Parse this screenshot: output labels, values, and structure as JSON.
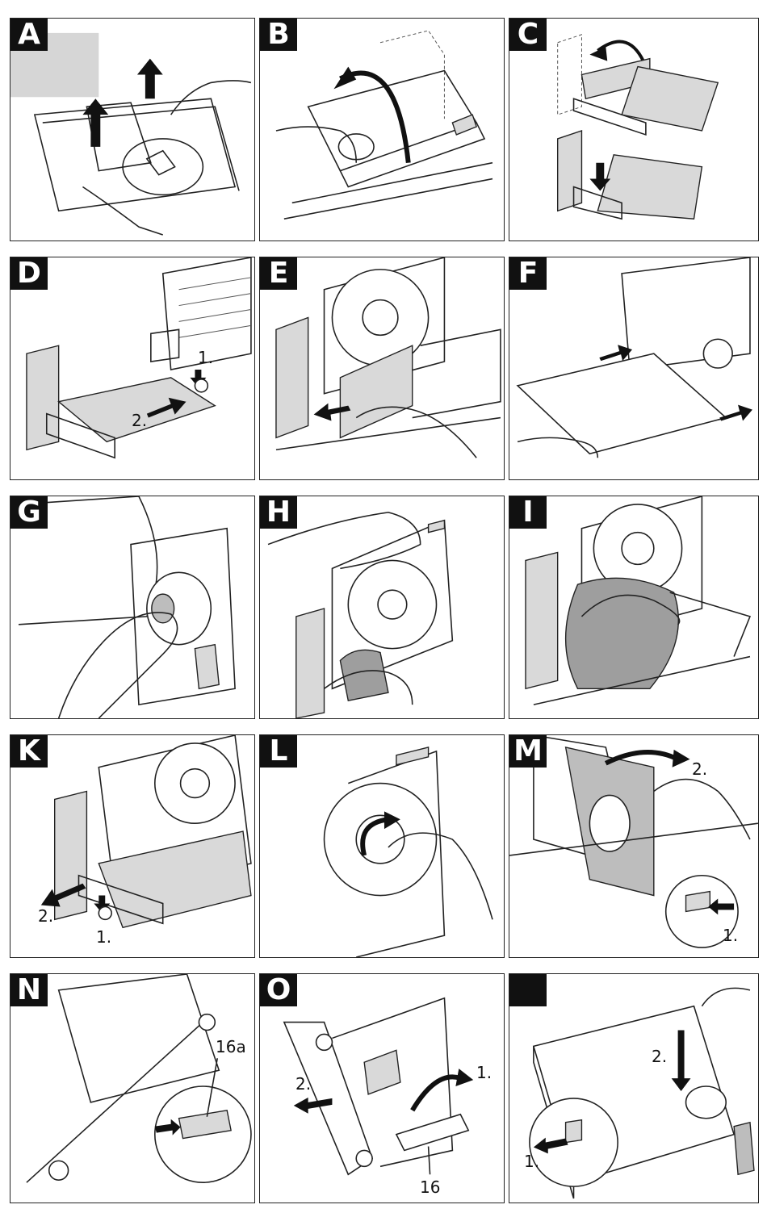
{
  "panels": [
    {
      "letter": "A",
      "labels": []
    },
    {
      "letter": "B",
      "labels": []
    },
    {
      "letter": "C",
      "labels": []
    },
    {
      "letter": "D",
      "labels": [
        "1.",
        "2."
      ]
    },
    {
      "letter": "E",
      "labels": []
    },
    {
      "letter": "F",
      "labels": []
    },
    {
      "letter": "G",
      "labels": []
    },
    {
      "letter": "H",
      "labels": []
    },
    {
      "letter": "I",
      "labels": []
    },
    {
      "letter": "K",
      "labels": [
        "2.",
        "1."
      ]
    },
    {
      "letter": "L",
      "labels": []
    },
    {
      "letter": "M",
      "labels": [
        "2.",
        "1."
      ]
    },
    {
      "letter": "N",
      "labels": [
        "16a"
      ]
    },
    {
      "letter": "O",
      "labels": [
        "1.",
        "2.",
        "16"
      ]
    },
    {
      "letter": "",
      "labels": [
        "2.",
        "1."
      ]
    }
  ]
}
